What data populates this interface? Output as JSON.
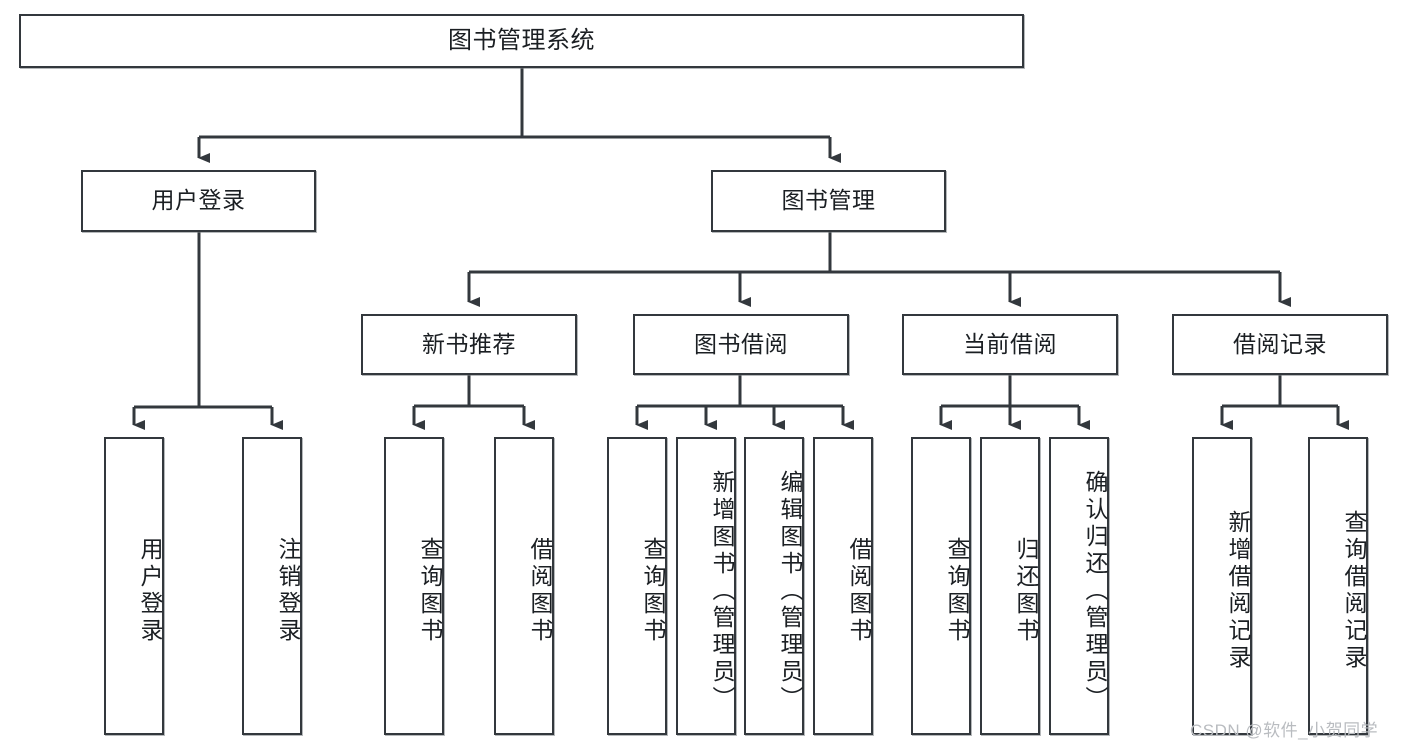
{
  "diagram": {
    "title": "图书管理系统",
    "root": {
      "label": "图书管理系统"
    },
    "level2": [
      {
        "label": "用户登录"
      },
      {
        "label": "图书管理"
      }
    ],
    "level3": [
      {
        "label": "新书推荐"
      },
      {
        "label": "图书借阅"
      },
      {
        "label": "当前借阅"
      },
      {
        "label": "借阅记录"
      }
    ],
    "leaves": [
      {
        "label": "用户登录",
        "parent": "用户登录"
      },
      {
        "label": "注销登录",
        "parent": "用户登录"
      },
      {
        "label": "查询图书",
        "parent": "新书推荐"
      },
      {
        "label": "借阅图书",
        "parent": "新书推荐"
      },
      {
        "label": "查询图书",
        "parent": "图书借阅"
      },
      {
        "label": "新增图书（管理员）",
        "parent": "图书借阅"
      },
      {
        "label": "编辑图书（管理员）",
        "parent": "图书借阅"
      },
      {
        "label": "借阅图书",
        "parent": "图书借阅"
      },
      {
        "label": "查询图书",
        "parent": "当前借阅"
      },
      {
        "label": "归还图书",
        "parent": "当前借阅"
      },
      {
        "label": "确认归还（管理员）",
        "parent": "当前借阅"
      },
      {
        "label": "新增借阅记录",
        "parent": "借阅记录"
      },
      {
        "label": "查询借阅记录",
        "parent": "借阅记录"
      }
    ],
    "watermark": "CSDN @软件_小贺同学",
    "colors": {
      "box_border": "#33383d",
      "box_fill": "#ffffff",
      "connector": "#33383d",
      "text": "#1b1f23",
      "watermark": "#b9bcc0",
      "background": "#ffffff"
    }
  }
}
